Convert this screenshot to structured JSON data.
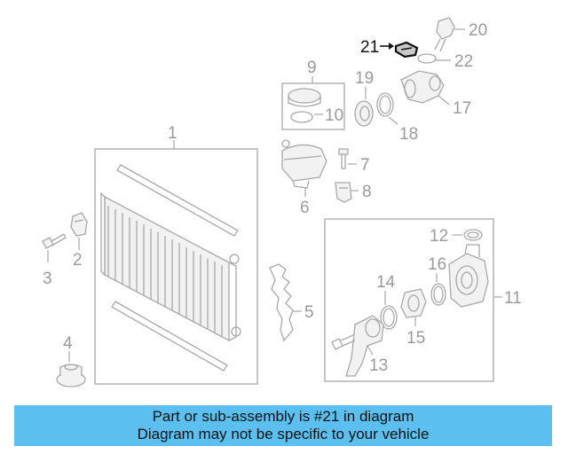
{
  "callouts": [
    {
      "id": "c1",
      "label": "1"
    },
    {
      "id": "c2",
      "label": "2"
    },
    {
      "id": "c3",
      "label": "3"
    },
    {
      "id": "c4",
      "label": "4"
    },
    {
      "id": "c5",
      "label": "5"
    },
    {
      "id": "c6",
      "label": "6"
    },
    {
      "id": "c7",
      "label": "7"
    },
    {
      "id": "c8",
      "label": "8"
    },
    {
      "id": "c9",
      "label": "9"
    },
    {
      "id": "c10",
      "label": "10"
    },
    {
      "id": "c11",
      "label": "11"
    },
    {
      "id": "c12",
      "label": "12"
    },
    {
      "id": "c13",
      "label": "13"
    },
    {
      "id": "c14",
      "label": "14"
    },
    {
      "id": "c15",
      "label": "15"
    },
    {
      "id": "c16",
      "label": "16"
    },
    {
      "id": "c17",
      "label": "17"
    },
    {
      "id": "c18",
      "label": "18"
    },
    {
      "id": "c19",
      "label": "19"
    },
    {
      "id": "c20",
      "label": "20"
    },
    {
      "id": "c21",
      "label": "21"
    },
    {
      "id": "c22",
      "label": "22"
    }
  ],
  "highlight": {
    "callout": "21",
    "color": "#111111"
  },
  "colors": {
    "banner": "#5bc0f0",
    "linework": "#a8a8a8",
    "text": "#9a9a9a"
  },
  "banner": {
    "line1": "Part or sub-assembly is #21 in diagram",
    "line2": "Diagram may not be specific to your vehicle"
  }
}
